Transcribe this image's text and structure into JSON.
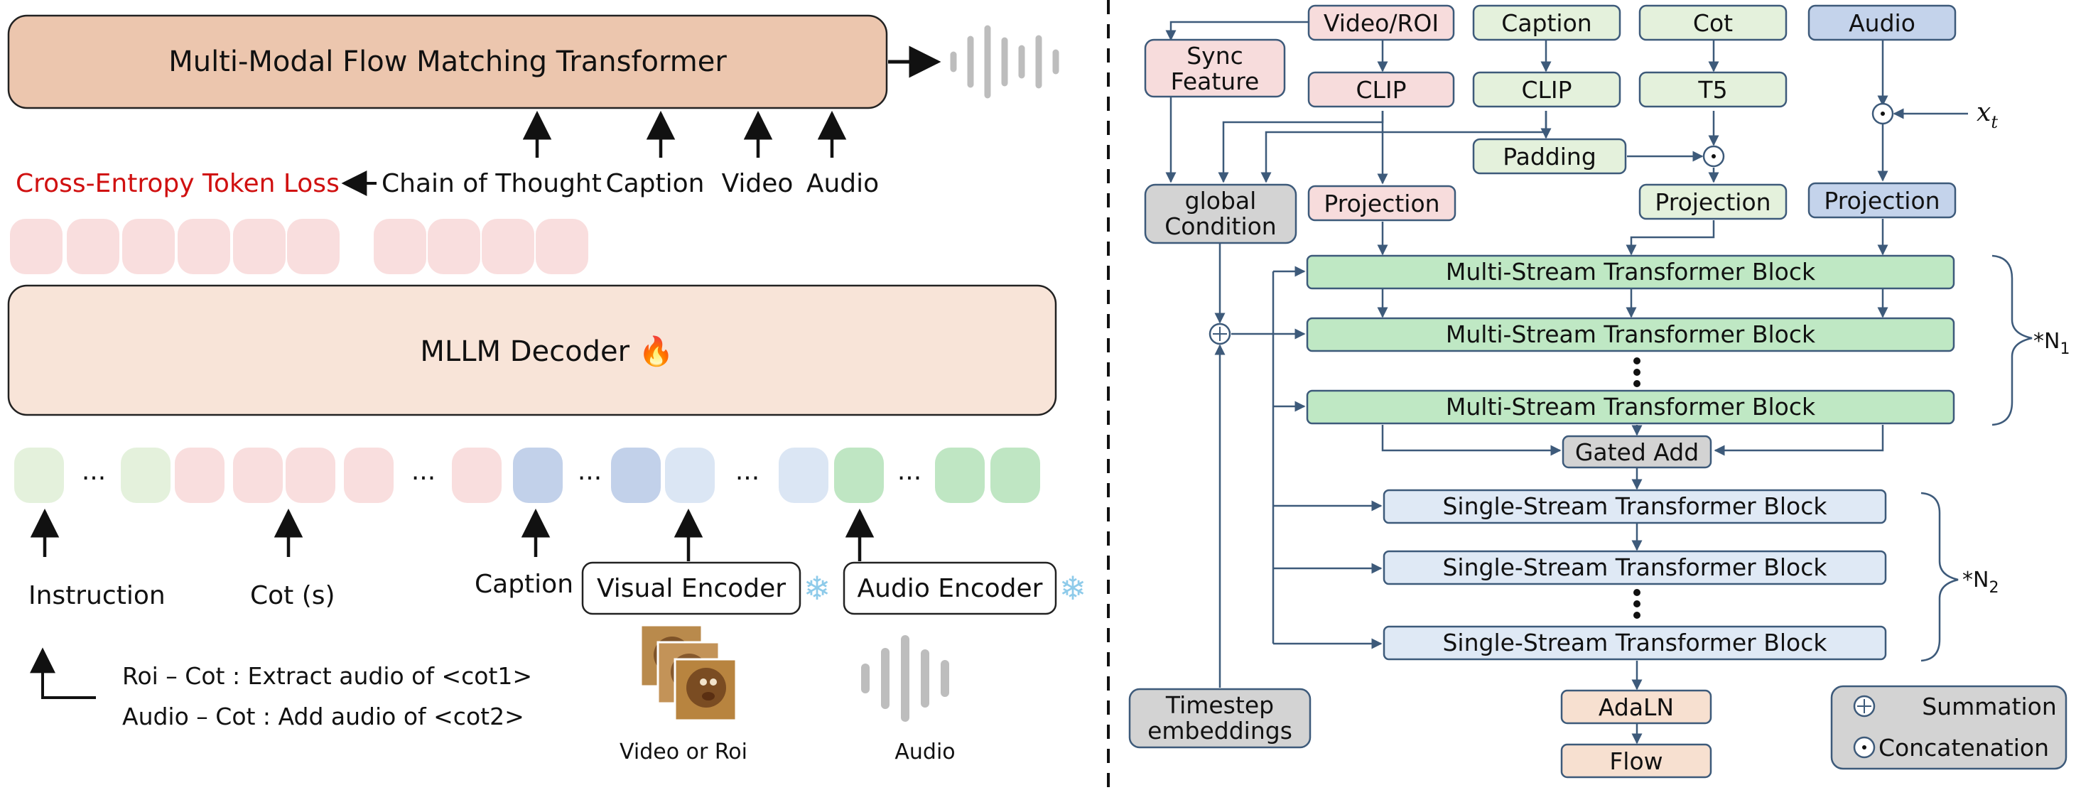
{
  "left": {
    "fm_transformer": "Multi-Modal Flow Matching Transformer",
    "loss_label": "Cross-Entropy Token Loss",
    "inputs": {
      "cot": "Chain of Thought",
      "caption": "Caption",
      "video": "Video",
      "audio": "Audio"
    },
    "decoder": "MLLM Decoder 🔥",
    "ellipsis": "...",
    "instruction": "Instruction",
    "cot_s": "Cot (s)",
    "caption": "Caption",
    "visual_encoder": "Visual Encoder",
    "audio_encoder": "Audio Encoder",
    "frozen_glyph": "❄",
    "roi_cot": "Roi – Cot : Extract audio of <cot1>",
    "audio_cot": "Audio – Cot : Add audio of <cot2>",
    "video_or_roi": "Video or Roi",
    "audio_label": "Audio"
  },
  "right": {
    "sync_feature": [
      "Sync",
      "Feature"
    ],
    "video_roi": "Video/ROI",
    "caption": "Caption",
    "cot": "Cot",
    "audio": "Audio",
    "clip": "CLIP",
    "t5": "T5",
    "padding": "Padding",
    "x_t": "x",
    "x_t_sub": "t",
    "global_condition": [
      "global",
      "Condition"
    ],
    "projection": "Projection",
    "multi_stream": "Multi-Stream Transformer Block",
    "gated_add": "Gated Add",
    "single_stream": "Single-Stream Transformer Block",
    "n1": "*N",
    "n1_sub": "1",
    "n2": "*N",
    "n2_sub": "2",
    "timestep": [
      "Timestep",
      "embeddings"
    ],
    "adaln": "AdaLN",
    "flow": "Flow",
    "legend": {
      "summation": "Summation",
      "concatenation": "Concatenation"
    }
  },
  "colors": {
    "fm_fill": "#ecc6ae",
    "decoder_fill": "#f8e4d8",
    "token_pink": "#f9dede",
    "token_green_light": "#e4f1dc",
    "token_blue": "#c2d1ea",
    "token_blue_light": "#dbe6f4",
    "token_green": "#bfe6c3",
    "video_pink": "#f7dcdc",
    "caption_green": "#e4f1dc",
    "audio_blue": "#c4d3eb",
    "grey": "#d3d3d3",
    "multi_stream_green": "#bfe8c4",
    "single_stream_blue": "#dfe9f5",
    "peach": "#f7e0d0",
    "edge": "#3d5a7a",
    "loss_red": "#d01010"
  }
}
